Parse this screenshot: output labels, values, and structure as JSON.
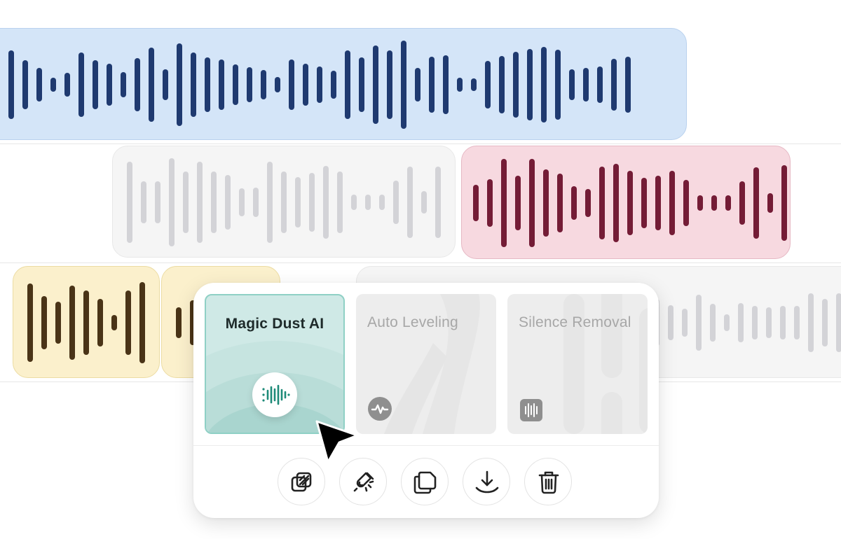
{
  "colors": {
    "blue_wave": "#1f3a70",
    "gray_wave": "#d3d3d7",
    "red_wave": "#741c36",
    "yellow_wave": "#4a3417",
    "magic_accent": "#1d8a78"
  },
  "popover": {
    "cards": [
      {
        "title": "Magic Dust AI",
        "icon": "waveform-sparkle-icon",
        "selected": true
      },
      {
        "title": "Auto Leveling",
        "icon": "pulse-icon",
        "selected": false
      },
      {
        "title": "Silence Removal",
        "icon": "waveform-box-icon",
        "selected": false
      }
    ],
    "tools": [
      {
        "icon": "copy-layers-icon"
      },
      {
        "icon": "magnet-icon"
      },
      {
        "icon": "duplicate-icon"
      },
      {
        "icon": "download-icon"
      },
      {
        "icon": "trash-icon"
      }
    ]
  },
  "cursor": {
    "icon": "pointer-cursor-icon"
  }
}
